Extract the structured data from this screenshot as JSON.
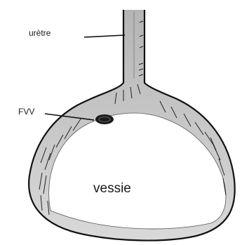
{
  "labels": {
    "urethra": "urètre",
    "fistula": "FVV",
    "bladder": "vessie"
  },
  "colors": {
    "outline": "#111111",
    "shading": "#9a9a9a",
    "fill": "#ffffff",
    "fistula_spot": "#1b1b1b"
  }
}
